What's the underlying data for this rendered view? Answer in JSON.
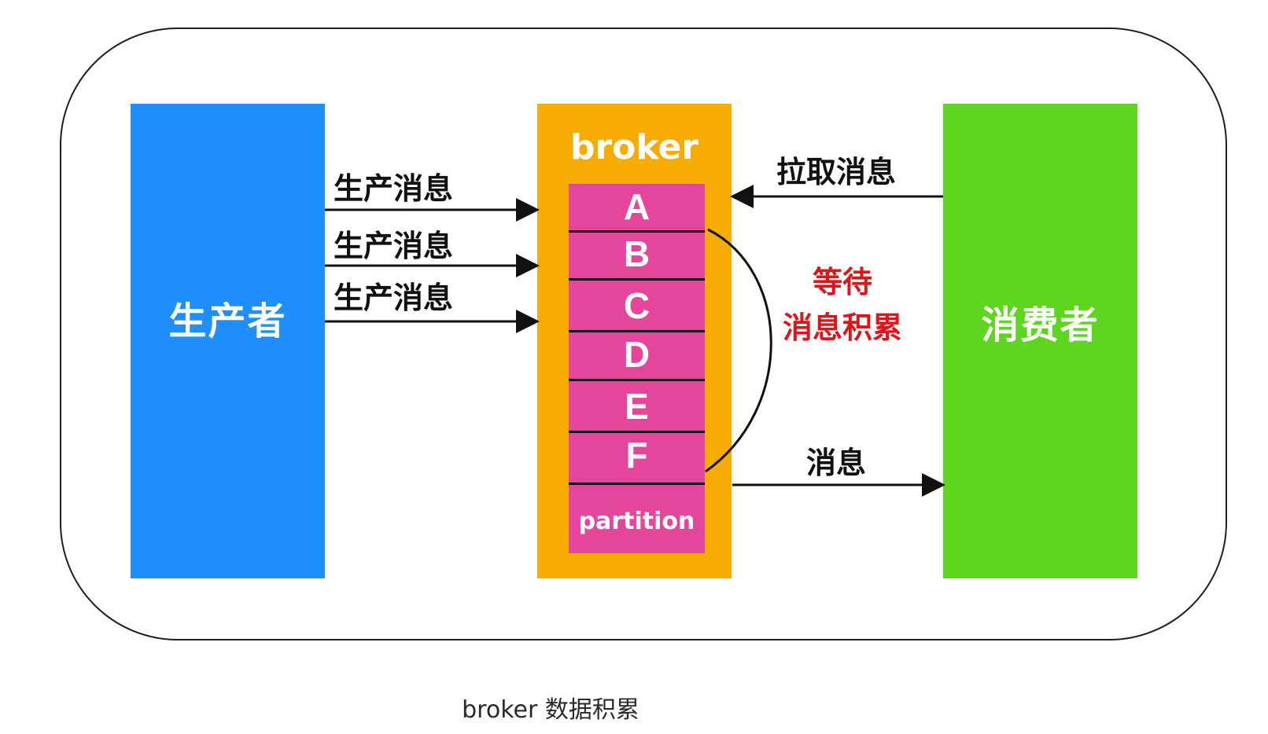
{
  "producer": {
    "label": "生产者",
    "color": "#1e8ffc"
  },
  "consumer": {
    "label": "消费者",
    "color": "#5ed51f"
  },
  "broker": {
    "title": "broker",
    "color": "#f6ab05",
    "partition": {
      "label": "partition",
      "color": "#e4469b",
      "messages": [
        "A",
        "B",
        "C",
        "D",
        "E",
        "F"
      ]
    }
  },
  "edges": {
    "produce_1": "生产消息",
    "produce_2": "生产消息",
    "produce_3": "生产消息",
    "pull": "拉取消息",
    "deliver": "消息"
  },
  "annotation": {
    "line1": "等待",
    "line2": "消息积累",
    "color": "#e0141b"
  },
  "caption": "broker 数据积累"
}
